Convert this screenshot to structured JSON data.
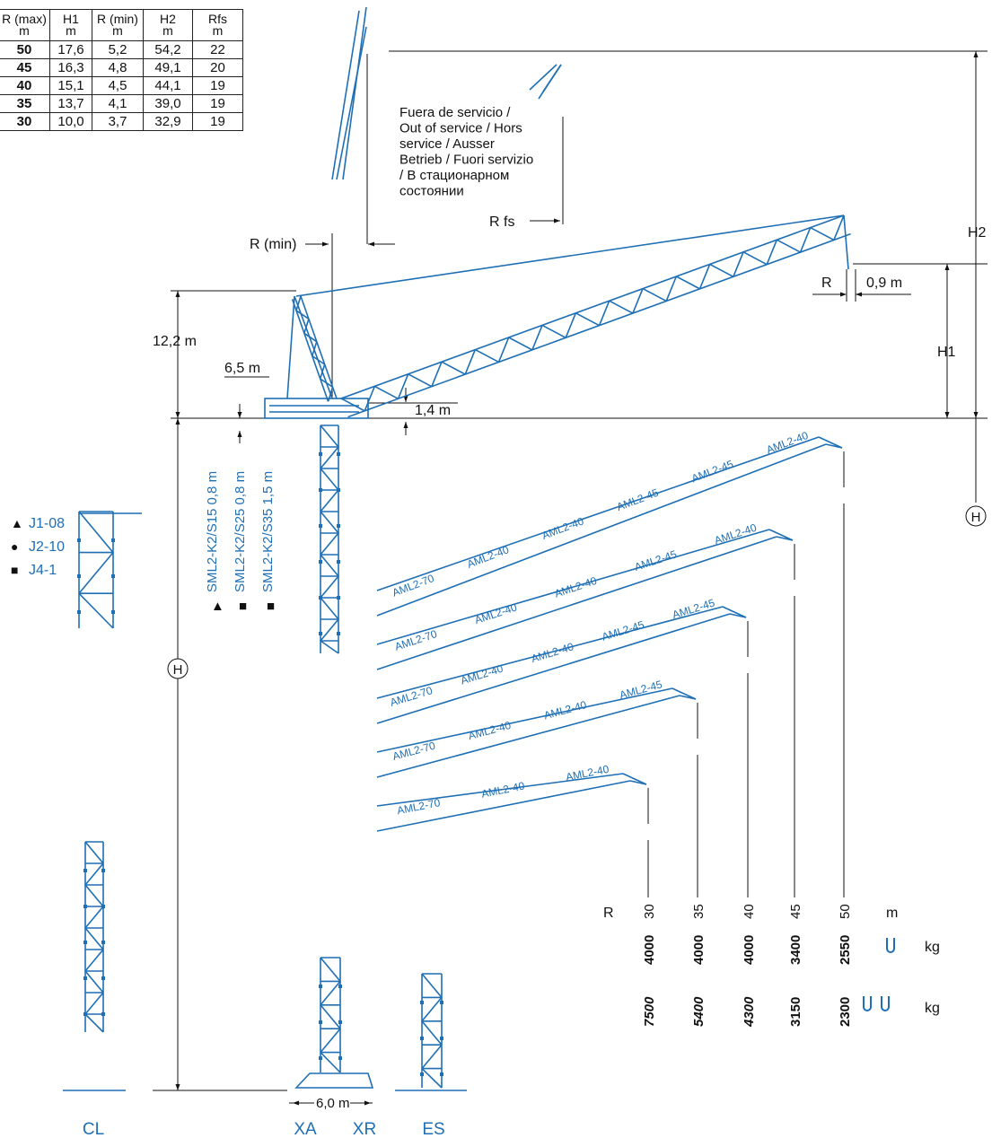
{
  "table": {
    "headers": [
      {
        "top": "R (max)",
        "unit": "m"
      },
      {
        "top": "H1",
        "unit": "m"
      },
      {
        "top": "R (min)",
        "unit": "m"
      },
      {
        "top": "H2",
        "unit": "m"
      },
      {
        "top": "Rfs",
        "unit": "m"
      }
    ],
    "rows": [
      [
        "50",
        "17,6",
        "5,2",
        "54,2",
        "22"
      ],
      [
        "45",
        "16,3",
        "4,8",
        "49,1",
        "20"
      ],
      [
        "40",
        "15,1",
        "4,5",
        "44,1",
        "19"
      ],
      [
        "35",
        "13,7",
        "4,1",
        "39,0",
        "19"
      ],
      [
        "30",
        "10,0",
        "3,7",
        "32,9",
        "19"
      ]
    ]
  },
  "out_of_service": {
    "lines": [
      "Fuera de servicio /",
      "Out of service / Hors",
      "service / Ausser",
      "Betrieb / Fuori servizio",
      "/ В стационарном",
      "состоянии"
    ],
    "rfs_label": "R fs"
  },
  "dimensions": {
    "r_min": "R (min)",
    "r": "R",
    "hook_offset": "0,9 m",
    "h2": "H2",
    "h1": "H1",
    "h": "H",
    "mast_head": "12,2 m",
    "counter": "6,5 m",
    "base": "1,4 m",
    "base_width": "6,0 m"
  },
  "slewing_options": [
    {
      "symbol": "▲",
      "name": "SML2-K2/S15",
      "height": "0,8 m"
    },
    {
      "symbol": "■",
      "name": "SML2-K2/S25",
      "height": "0,8 m"
    },
    {
      "symbol": "■",
      "name": "SML2-K2/S35",
      "height": "1,5 m"
    }
  ],
  "tower_sections": [
    {
      "symbol": "▲",
      "name": "J1-08"
    },
    {
      "symbol": "●",
      "name": "J2-10"
    },
    {
      "symbol": "■",
      "name": "J4-1"
    }
  ],
  "jibs": [
    {
      "radius": "50",
      "sections": [
        "AML2-70",
        "AML2-40",
        "AML2-40",
        "AML2-45",
        "AML2-45",
        "AML2-40"
      ]
    },
    {
      "radius": "45",
      "sections": [
        "AML2-70",
        "AML2-40",
        "AML2-40",
        "AML2-45",
        "AML2-40"
      ]
    },
    {
      "radius": "40",
      "sections": [
        "AML2-70",
        "AML2-40",
        "AML2-40",
        "AML2-45",
        "AML2-45"
      ]
    },
    {
      "radius": "35",
      "sections": [
        "AML2-70",
        "AML2-40",
        "AML2-40",
        "AML2-45"
      ]
    },
    {
      "radius": "30",
      "sections": [
        "AML2-70",
        "AML2-40",
        "AML2-40"
      ]
    }
  ],
  "load_table": {
    "r_label": "R",
    "unit_m": "m",
    "unit_kg": "kg",
    "radii": [
      "30",
      "35",
      "40",
      "45",
      "50"
    ],
    "single_fall": [
      "4000",
      "4000",
      "4000",
      "3400",
      "2550"
    ],
    "double_fall": [
      "7500",
      "5400",
      "4300",
      "3150",
      "2300"
    ]
  },
  "bases": [
    "CL",
    "XA",
    "XR",
    "ES"
  ],
  "colors": {
    "crane": "#1f6fb5",
    "label": "#1f6fb5",
    "line": "#111111"
  }
}
